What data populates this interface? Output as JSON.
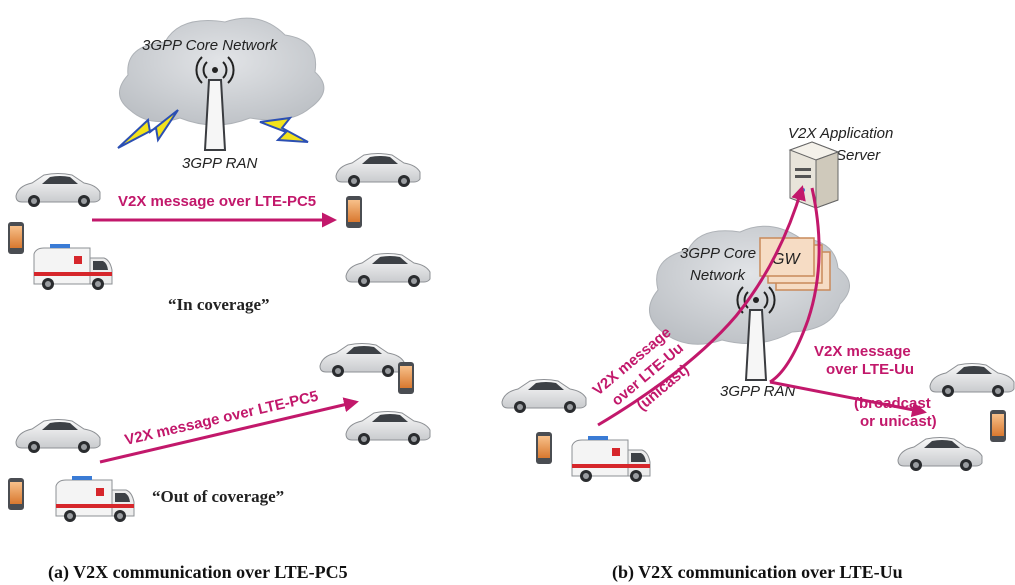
{
  "left": {
    "cloud_label": "3GPP Core Network",
    "ran_label": "3GPP RAN",
    "msg_in": "V2X message over LTE-PC5",
    "msg_out": "V2X message over LTE-PC5",
    "in_coverage": "“In coverage”",
    "out_coverage": "“Out of coverage”",
    "caption": "(a) V2X communication over LTE-PC5"
  },
  "right": {
    "server_label_1": "V2X Application",
    "server_label_2": "Server",
    "cloud_label_1": "3GPP Core",
    "cloud_label_2": "Network",
    "gw_label": "GW",
    "ran_label": "3GPP RAN",
    "uplink_1": "V2X message",
    "uplink_2": "over LTE-Uu",
    "uplink_3": "(unicast)",
    "downlink_1": "V2X message",
    "downlink_2": "over LTE-Uu",
    "downlink_3": "(broadcast",
    "downlink_4": "or unicast)",
    "caption": "(b) V2X communication over LTE-Uu"
  },
  "colors": {
    "accent": "#c2186b",
    "cloud": "#c9ccd0",
    "gw_fill": "#f6dcc4",
    "gw_stroke": "#c98a5a",
    "lightning": "#f2e21c",
    "lightning_stroke": "#2b4fb3"
  }
}
